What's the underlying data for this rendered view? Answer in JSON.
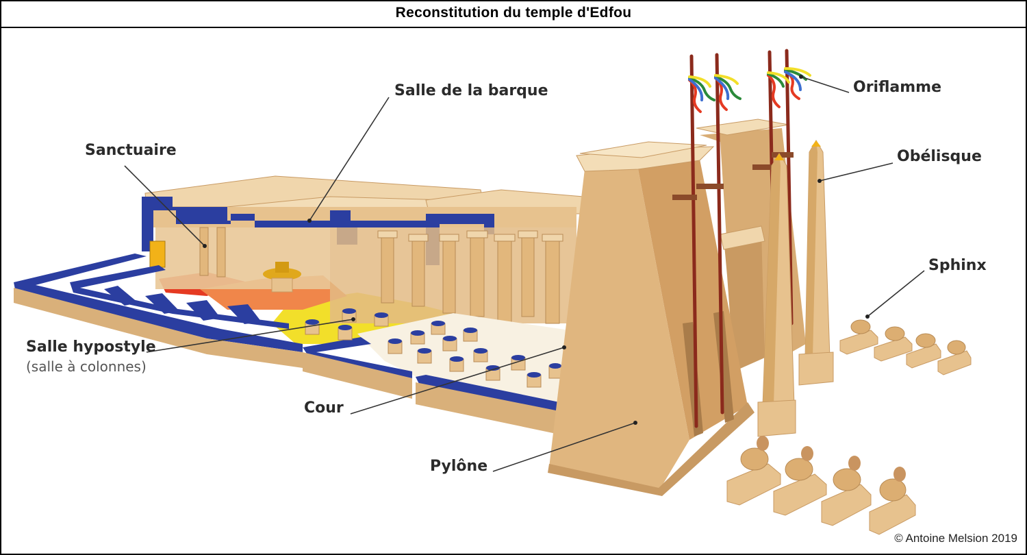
{
  "title": "Reconstitution du temple d'Edfou",
  "copyright": "© Antoine Melsion 2019",
  "colors": {
    "stone": "#e7c28e",
    "stone_light": "#f0d6ac",
    "stone_dark": "#c89a63",
    "stone_shadow": "#a97c4a",
    "wall_blue": "#2b3ea0",
    "floor_yellow": "#f2df2a",
    "floor_red": "#e53a22",
    "floor_orange": "#f0864a",
    "court_floor": "#f8f1e2",
    "pole": "#8b2a1c"
  },
  "labels": {
    "salle_barque": "Salle de la barque",
    "sanctuaire": "Sanctuaire",
    "oriflamme": "Oriflamme",
    "obelisque": "Obélisque",
    "sphinx": "Sphinx",
    "salle_hypostyle": "Salle hypostyle",
    "salle_hypostyle_sub": "(salle à colonnes)",
    "cour": "Cour",
    "pylone": "Pylône"
  }
}
